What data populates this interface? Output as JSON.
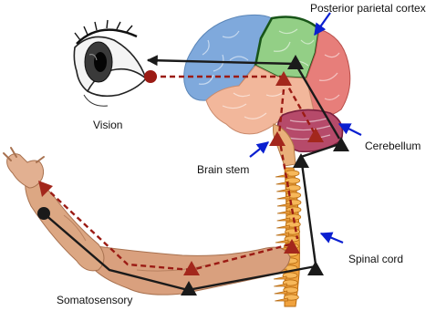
{
  "labels": {
    "posterior_parietal_cortex": "Posterior parietal cortex",
    "vision": "Vision",
    "cerebellum": "Cerebellum",
    "brain_stem": "Brain stem",
    "spinal_cord": "Spinal cord",
    "somatosensory": "Somatosensory"
  },
  "colors": {
    "solid_pathway": "#1a1a1a",
    "dashed_pathway": "#9b1b14",
    "pointer_arrow": "#0a1fd0",
    "parietal_lobe": "#93cf86",
    "frontal_lobe": "#7fa9dc",
    "occipital_lobe": "#e77e7a",
    "temporal_lobe": "#f2b79b",
    "cerebellum": "#b64a6a",
    "spinal_cord": "#f0a23e",
    "skin": "#d9a07e",
    "label_text": "#111111"
  },
  "icons": [
    "eye-icon",
    "brain-icon",
    "arm-icon",
    "spinal-column-icon"
  ]
}
